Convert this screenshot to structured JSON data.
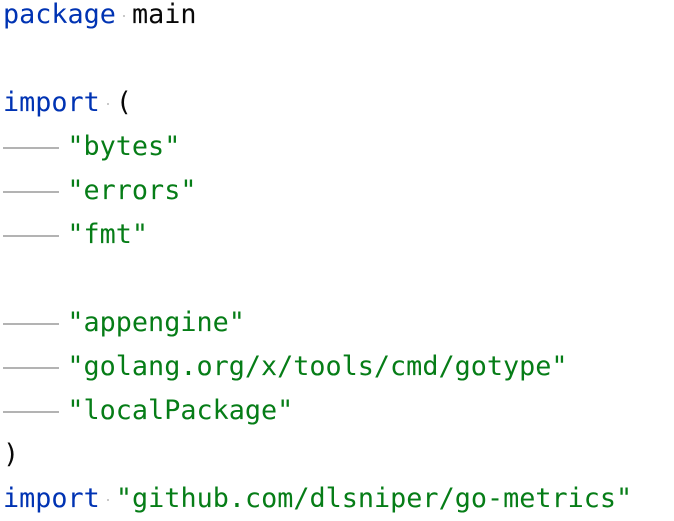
{
  "editor": {
    "colors": {
      "keyword": "#0033b3",
      "string": "#067d17",
      "text": "#080808",
      "whitespace_marker": "#b3b3b3"
    },
    "lines": [
      {
        "keyword": "package",
        "identifier": "main"
      },
      {},
      {
        "keyword": "import",
        "punct": "("
      },
      {
        "string": "\"bytes\""
      },
      {
        "string": "\"errors\""
      },
      {
        "string": "\"fmt\""
      },
      {},
      {
        "string": "\"appengine\""
      },
      {
        "string": "\"golang.org/x/tools/cmd/gotype\""
      },
      {
        "string": "\"localPackage\""
      },
      {
        "punct": ")"
      },
      {
        "keyword": "import",
        "string": "\"github.com/dlsniper/go-metrics\""
      }
    ]
  }
}
